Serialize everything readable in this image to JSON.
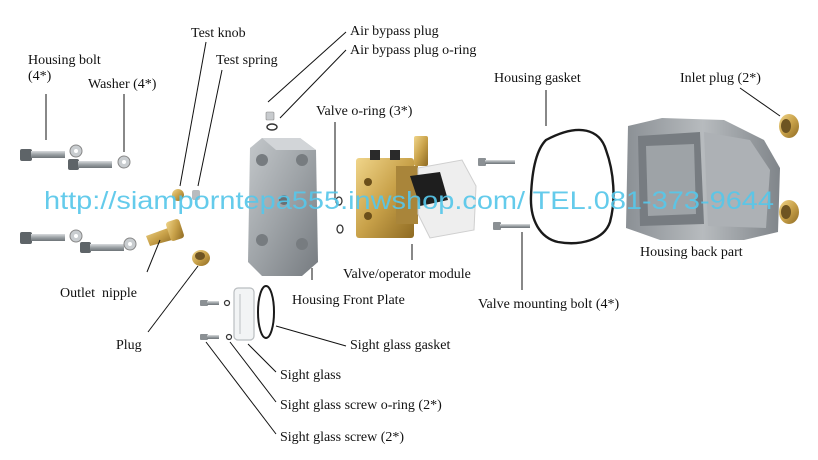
{
  "labels": {
    "housing_bolt": "Housing bolt",
    "housing_bolt_qty": "(4*)",
    "washer": "Washer (4*)",
    "test_knob": "Test knob",
    "test_spring": "Test spring",
    "air_bypass_plug": "Air bypass plug",
    "air_bypass_plug_oring": "Air bypass plug o-ring",
    "valve_oring": "Valve o-ring (3*)",
    "housing_gasket": "Housing gasket",
    "inlet_plug": "Inlet plug (2*)",
    "housing_back_part": "Housing back part",
    "valve_operator_module": "Valve/operator module",
    "outlet_nipple": "Outlet  nipple",
    "housing_front_plate": "Housing Front Plate",
    "valve_mounting_bolt": "Valve mounting bolt (4*)",
    "plug": "Plug",
    "sight_glass_gasket": "Sight glass gasket",
    "sight_glass": "Sight glass",
    "sight_glass_screw_oring": "Sight glass screw o-ring (2*)",
    "sight_glass_screw": "Sight glass screw (2*)"
  },
  "watermark": "http://siamporntepa555.inwshop.com/ TEL.081-373-9644",
  "colors": {
    "aluminum": "#9fa4a8",
    "brass": "#c9a24a",
    "watermark": "#57c7ea",
    "text": "#111111"
  }
}
